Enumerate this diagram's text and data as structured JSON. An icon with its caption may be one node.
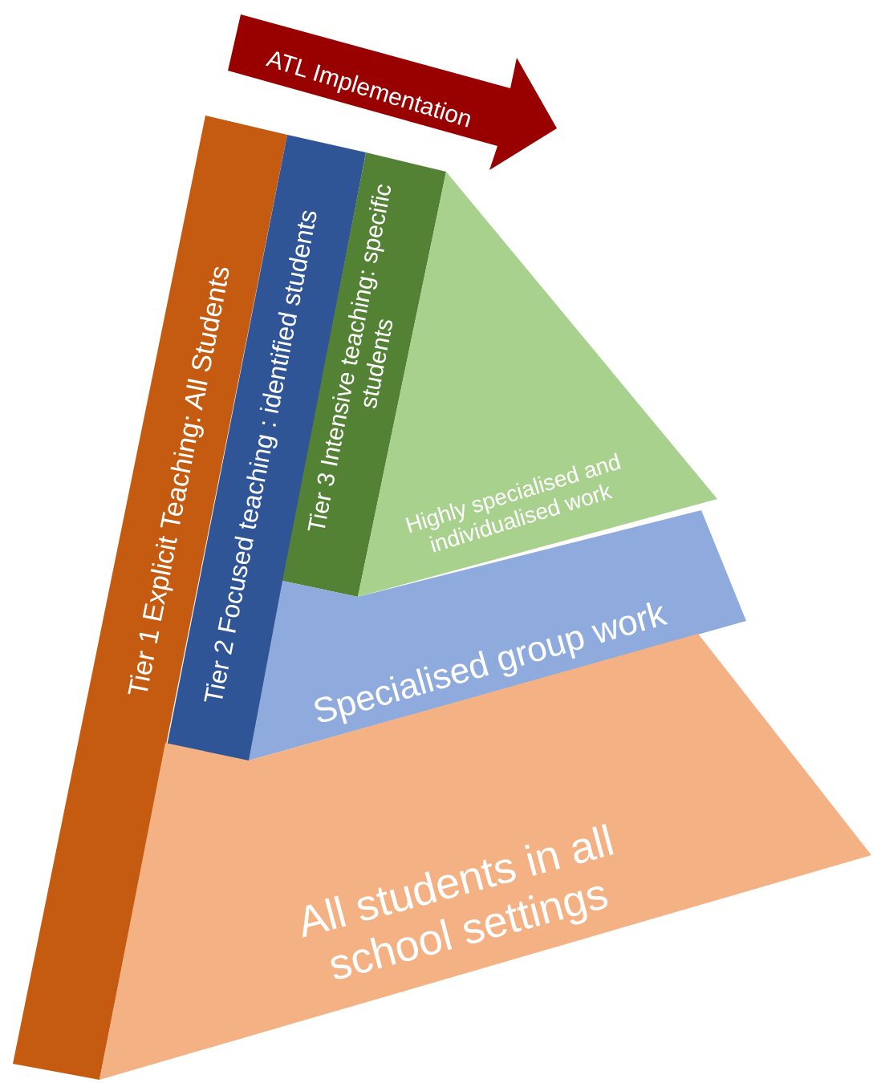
{
  "diagram": {
    "nodes": [
      {
        "text": [
          "ATL Implementation"
        ]
      },
      {
        "text": [
          "Tier 1 Explicit Teaching:  All Students"
        ]
      },
      {
        "text": [
          "Tier 2 Focused teaching : identified students"
        ]
      },
      {
        "text": [
          "Tier 3 Intensive teaching: specific students"
        ]
      },
      {
        "text": [
          "Highly specialised and individualised work"
        ]
      },
      {
        "text": [
          "Specialised group work"
        ]
      },
      {
        "text": [
          "All students in all school settings"
        ]
      }
    ],
    "edges": []
  }
}
